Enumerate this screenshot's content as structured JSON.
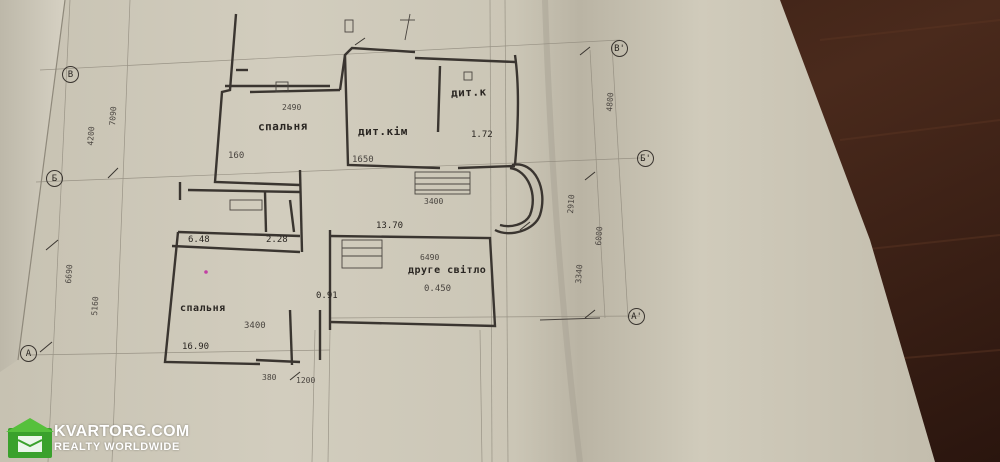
{
  "colors": {
    "paper": "#d3cebf",
    "paper_shade": "#b9b3a3",
    "wood": "#3b2016",
    "ink": "#2f2b27",
    "watermark_green": "#3aa12c"
  },
  "rooms": {
    "bedroom_top": "спальня",
    "dining_room": "дит.кім",
    "children_room": "дит.к",
    "second_light": "друге світло",
    "bedroom_bottom": "спальня"
  },
  "areas": {
    "bedroom_bottom_area": "16.90",
    "area_13_70": "13.70",
    "area_6_48": "6.48",
    "area_2_28": "2.28",
    "area_0_91": "0.91",
    "area_1_72": "1.72"
  },
  "dims": {
    "d1650": "1650",
    "d160": "160",
    "d5160": "5160",
    "d6690": "6690",
    "d7090": "7090",
    "d4200": "4200",
    "d3340": "3340",
    "d6000": "6000",
    "d4800": "4800",
    "d2910": "2910",
    "d1200": "1200",
    "d3400a": "3400",
    "d3400b": "3400",
    "d6490": "6490",
    "d2490": "2490",
    "d0450": "0.450",
    "d380": "380"
  },
  "axes": {
    "axis_a_right": "А'",
    "axis_b_right": "Б'",
    "axis_v_right": "В'",
    "axis_a_left": "А",
    "axis_b_left": "Б",
    "axis_v_left": "В"
  },
  "watermark": {
    "brand": "KVARTORG.COM",
    "tagline": "REALTY WORLDWIDE"
  }
}
